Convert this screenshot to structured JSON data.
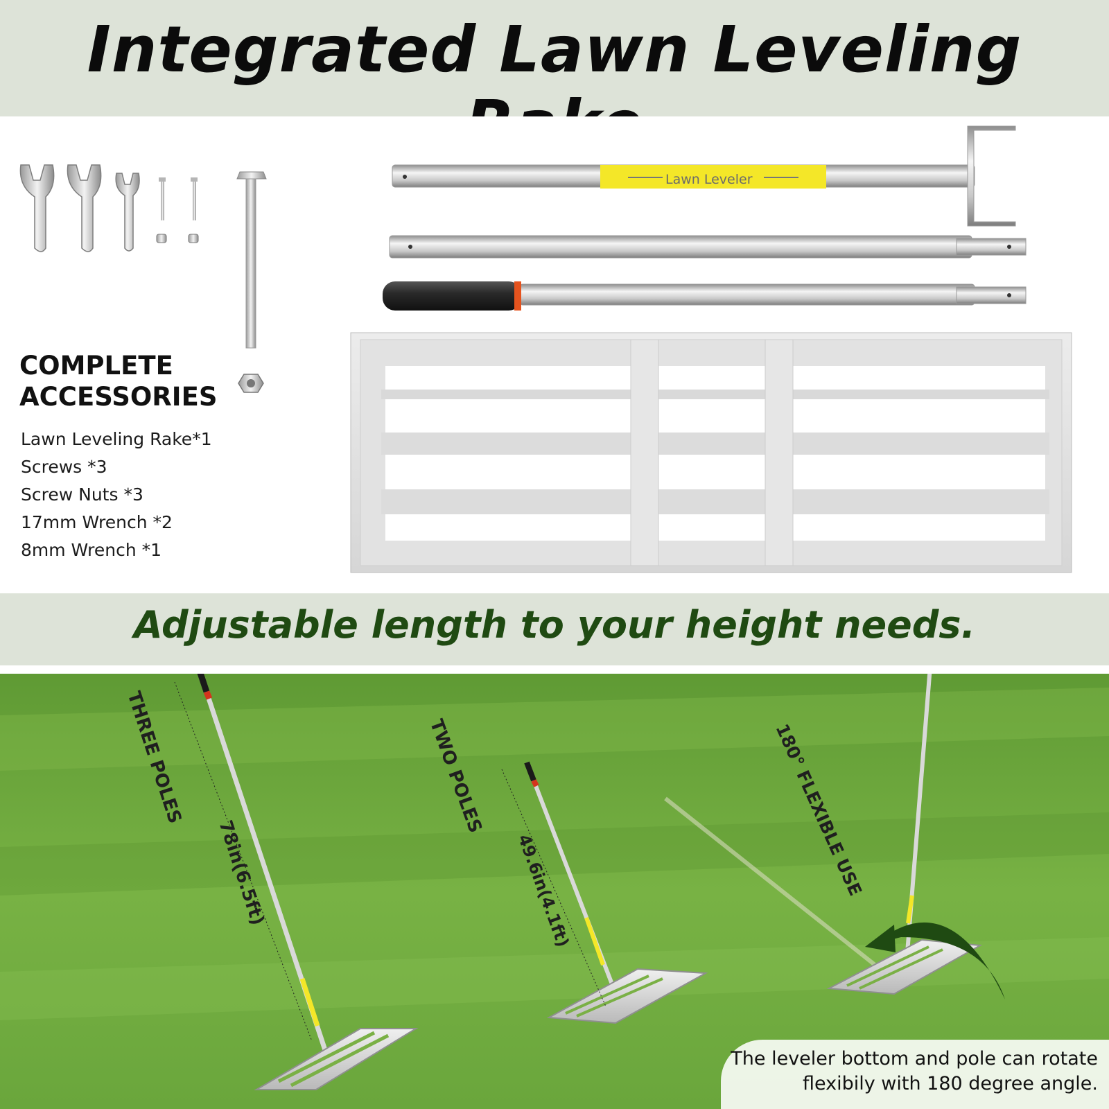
{
  "header": {
    "title": "Integrated Lawn Leveling Rake"
  },
  "accessories": {
    "title_line1": "COMPLETE",
    "title_line2": "ACCESSORIES",
    "items": [
      "Lawn Leveling Rake*1",
      "Screws *3",
      "Screw Nuts *3",
      "17mm Wrench *2",
      "8mm Wrench *1"
    ]
  },
  "product": {
    "label_on_pole": "Lawn Leveler"
  },
  "banner": {
    "text": "Adjustable length to your height needs."
  },
  "scene": {
    "three_poles_label": "THREE POLES",
    "three_poles_length": "78in(6.5ft)",
    "two_poles_label": "TWO POLES",
    "two_poles_length": "49.6in(4.1ft)",
    "flex_label": "180° FLEXIBLE USE",
    "caption_line1": "The leveler bottom and pole can rotate",
    "caption_line2": "flexibily with 180 degree angle."
  },
  "colors": {
    "band": "#dde3d8",
    "subtitle": "#1f4a12",
    "grass": "#6fa83a",
    "label_yellow": "#f4e728"
  }
}
